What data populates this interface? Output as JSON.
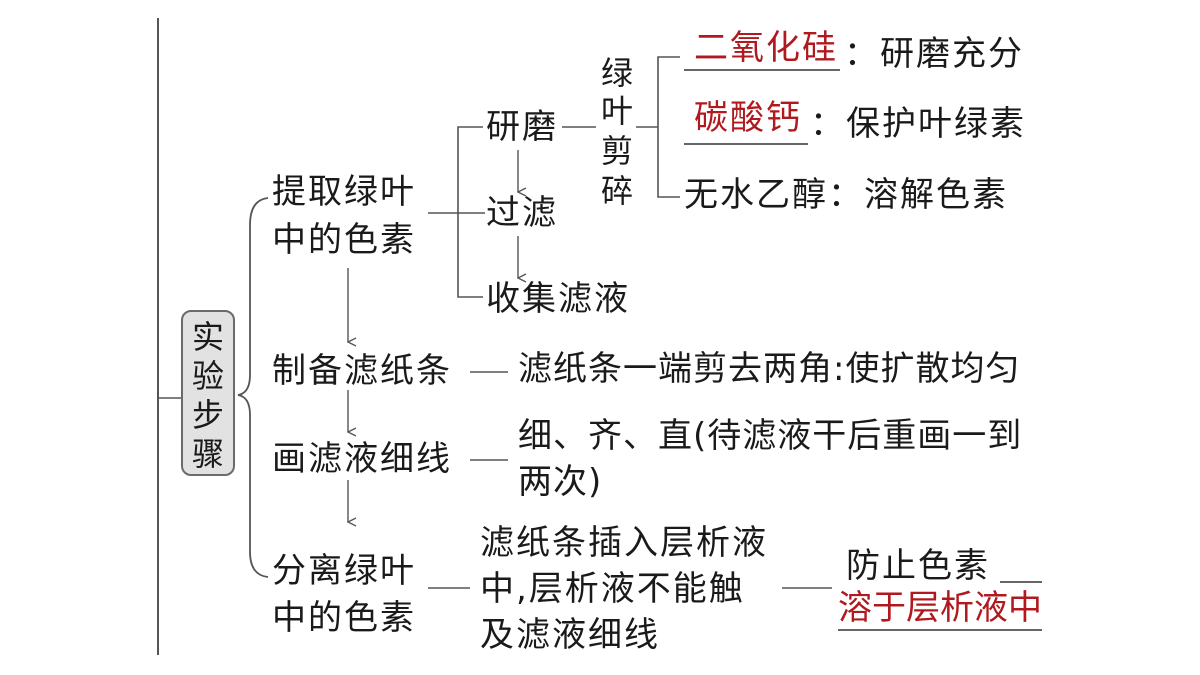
{
  "root": {
    "c1": "实",
    "c2": "验",
    "c3": "步",
    "c4": "骤"
  },
  "step1": {
    "line1": "提取绿叶",
    "line2": "中的色素",
    "grind": "研磨",
    "filter": "过滤",
    "collect": "收集滤液",
    "cut": {
      "c1": "绿",
      "c2": "叶",
      "c3": "剪",
      "c4": "碎"
    },
    "item1_answer": "二氧化硅",
    "item1_text": "：研磨充分",
    "item2_answer": "碳酸钙",
    "item2_text": "：保护叶绿素",
    "item3_text": "无水乙醇：溶解色素"
  },
  "step2": {
    "label": "制备滤纸条",
    "detail": "滤纸条一端剪去两角:使扩散均匀"
  },
  "step3": {
    "label": "画滤液细线",
    "detail1": "细、齐、直(待滤液干后重画一到",
    "detail2": "两次)"
  },
  "step4": {
    "line1": "分离绿叶",
    "line2": "中的色素",
    "detail1": "滤纸条插入层析液",
    "detail2": "中,层析液不能触",
    "detail3": "及滤液细线",
    "result": "防止色素",
    "answer": "溶于层析液中"
  }
}
